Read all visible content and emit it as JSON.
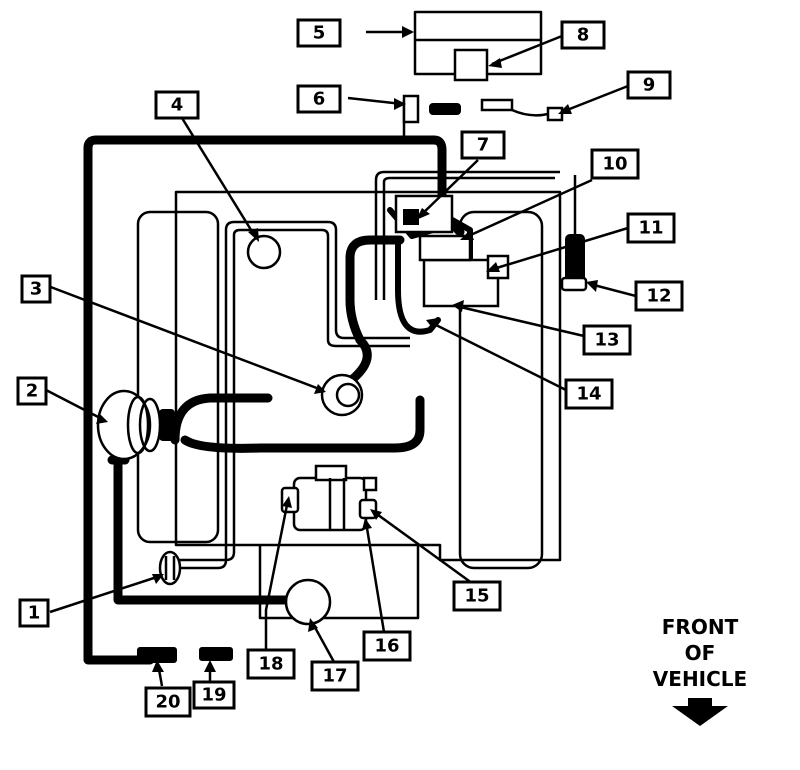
{
  "callouts": [
    {
      "id": "1",
      "label": "1"
    },
    {
      "id": "2",
      "label": "2"
    },
    {
      "id": "3",
      "label": "3"
    },
    {
      "id": "4",
      "label": "4"
    },
    {
      "id": "5",
      "label": "5"
    },
    {
      "id": "6",
      "label": "6"
    },
    {
      "id": "7",
      "label": "7"
    },
    {
      "id": "8",
      "label": "8"
    },
    {
      "id": "9",
      "label": "9"
    },
    {
      "id": "10",
      "label": "10"
    },
    {
      "id": "11",
      "label": "11"
    },
    {
      "id": "12",
      "label": "12"
    },
    {
      "id": "13",
      "label": "13"
    },
    {
      "id": "14",
      "label": "14"
    },
    {
      "id": "15",
      "label": "15"
    },
    {
      "id": "16",
      "label": "16"
    },
    {
      "id": "17",
      "label": "17"
    },
    {
      "id": "18",
      "label": "18"
    },
    {
      "id": "19",
      "label": "19"
    },
    {
      "id": "20",
      "label": "20"
    }
  ],
  "orientation": {
    "line1": "FRONT",
    "line2": "OF",
    "line3": "VEHICLE",
    "arrow_icon": "down-arrow-icon"
  },
  "colors": {
    "ink": "#000000",
    "paper": "#ffffff"
  }
}
